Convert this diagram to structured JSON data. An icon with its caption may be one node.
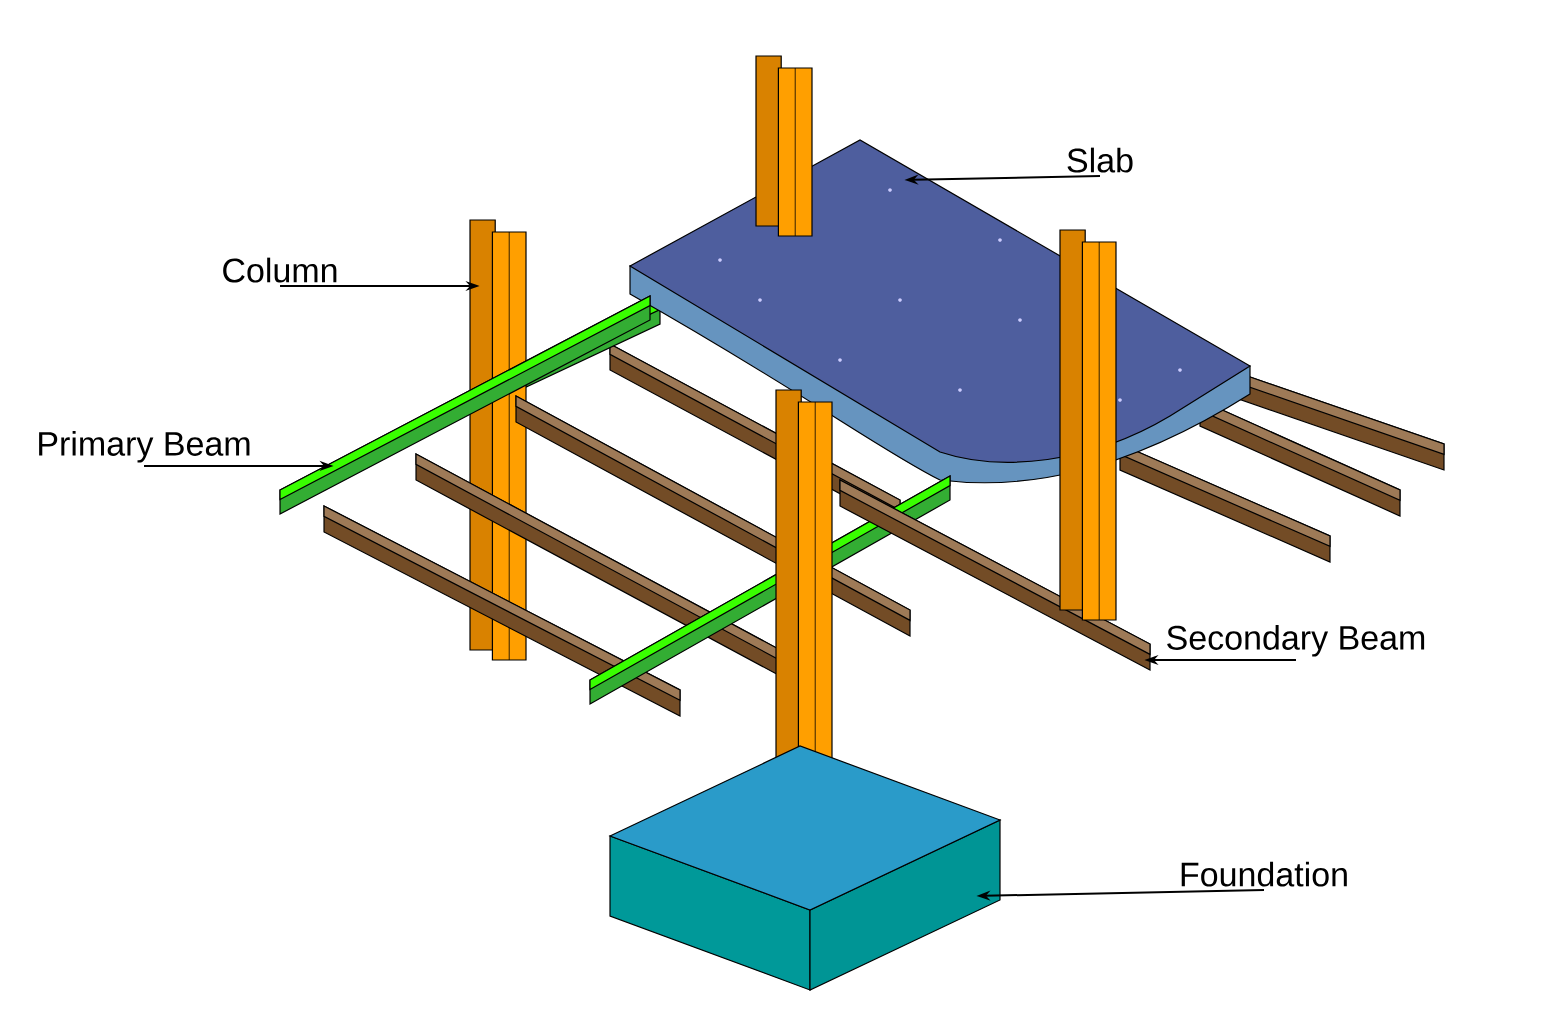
{
  "diagram": {
    "nodes": [
      {
        "text": [
          "Slab"
        ]
      },
      {
        "text": [
          "Column"
        ]
      },
      {
        "text": [
          "Primary Beam"
        ]
      },
      {
        "text": [
          "Secondary Beam"
        ]
      },
      {
        "text": [
          "Foundation"
        ]
      },
      {
        "text": [],
        "shape": "box"
      },
      {
        "text": [],
        "shape": "bar"
      },
      {
        "text": [],
        "shape": "bar"
      },
      {
        "text": [],
        "shape": "bar"
      },
      {
        "text": [],
        "shape": "box"
      }
    ],
    "edges": [
      {
        "from": 0,
        "to": 5,
        "arrow": "to"
      },
      {
        "from": 1,
        "to": 6,
        "arrow": "to"
      },
      {
        "from": 2,
        "to": 7,
        "arrow": "to"
      },
      {
        "from": 3,
        "to": 8,
        "arrow": "to"
      },
      {
        "from": 4,
        "to": 9,
        "arrow": "to"
      }
    ]
  }
}
